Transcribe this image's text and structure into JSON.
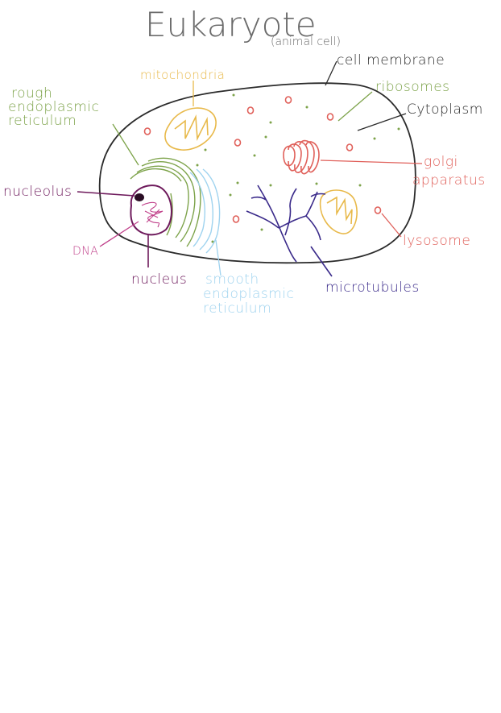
{
  "title": "Eukaryote",
  "subtitle": "(animal cell)",
  "labels": {
    "cell_membrane": "cell membrane",
    "mitochondria": "mitochondria",
    "ribosomes": "ribosomes",
    "cytoplasm": "Cytoplasm",
    "rough_er": [
      "rough",
      "endoplasmic",
      "reticulum"
    ],
    "nucleolus": "nucleolus",
    "dna": "DNA",
    "nucleus": "nucleus",
    "smooth_er": [
      "smooth",
      "endoplasmic",
      "reticulum"
    ],
    "microtubules": "microtubules",
    "golgi": [
      "golgi",
      "apparatus"
    ],
    "lysosome": "lysosome"
  },
  "colors": {
    "title": "#6b6b6b",
    "membrane": "#2b2b2b",
    "mitochondria": "#e8b94a",
    "ribosomes": "#7da34a",
    "rough_er": "#7da34a",
    "nucleus": "#6e1a5c",
    "dna": "#c0408a",
    "smooth_er": "#9fd3ef",
    "microtubules": "#3a2a8a",
    "golgi": "#e0605a",
    "lysosome": "#e0605a"
  }
}
